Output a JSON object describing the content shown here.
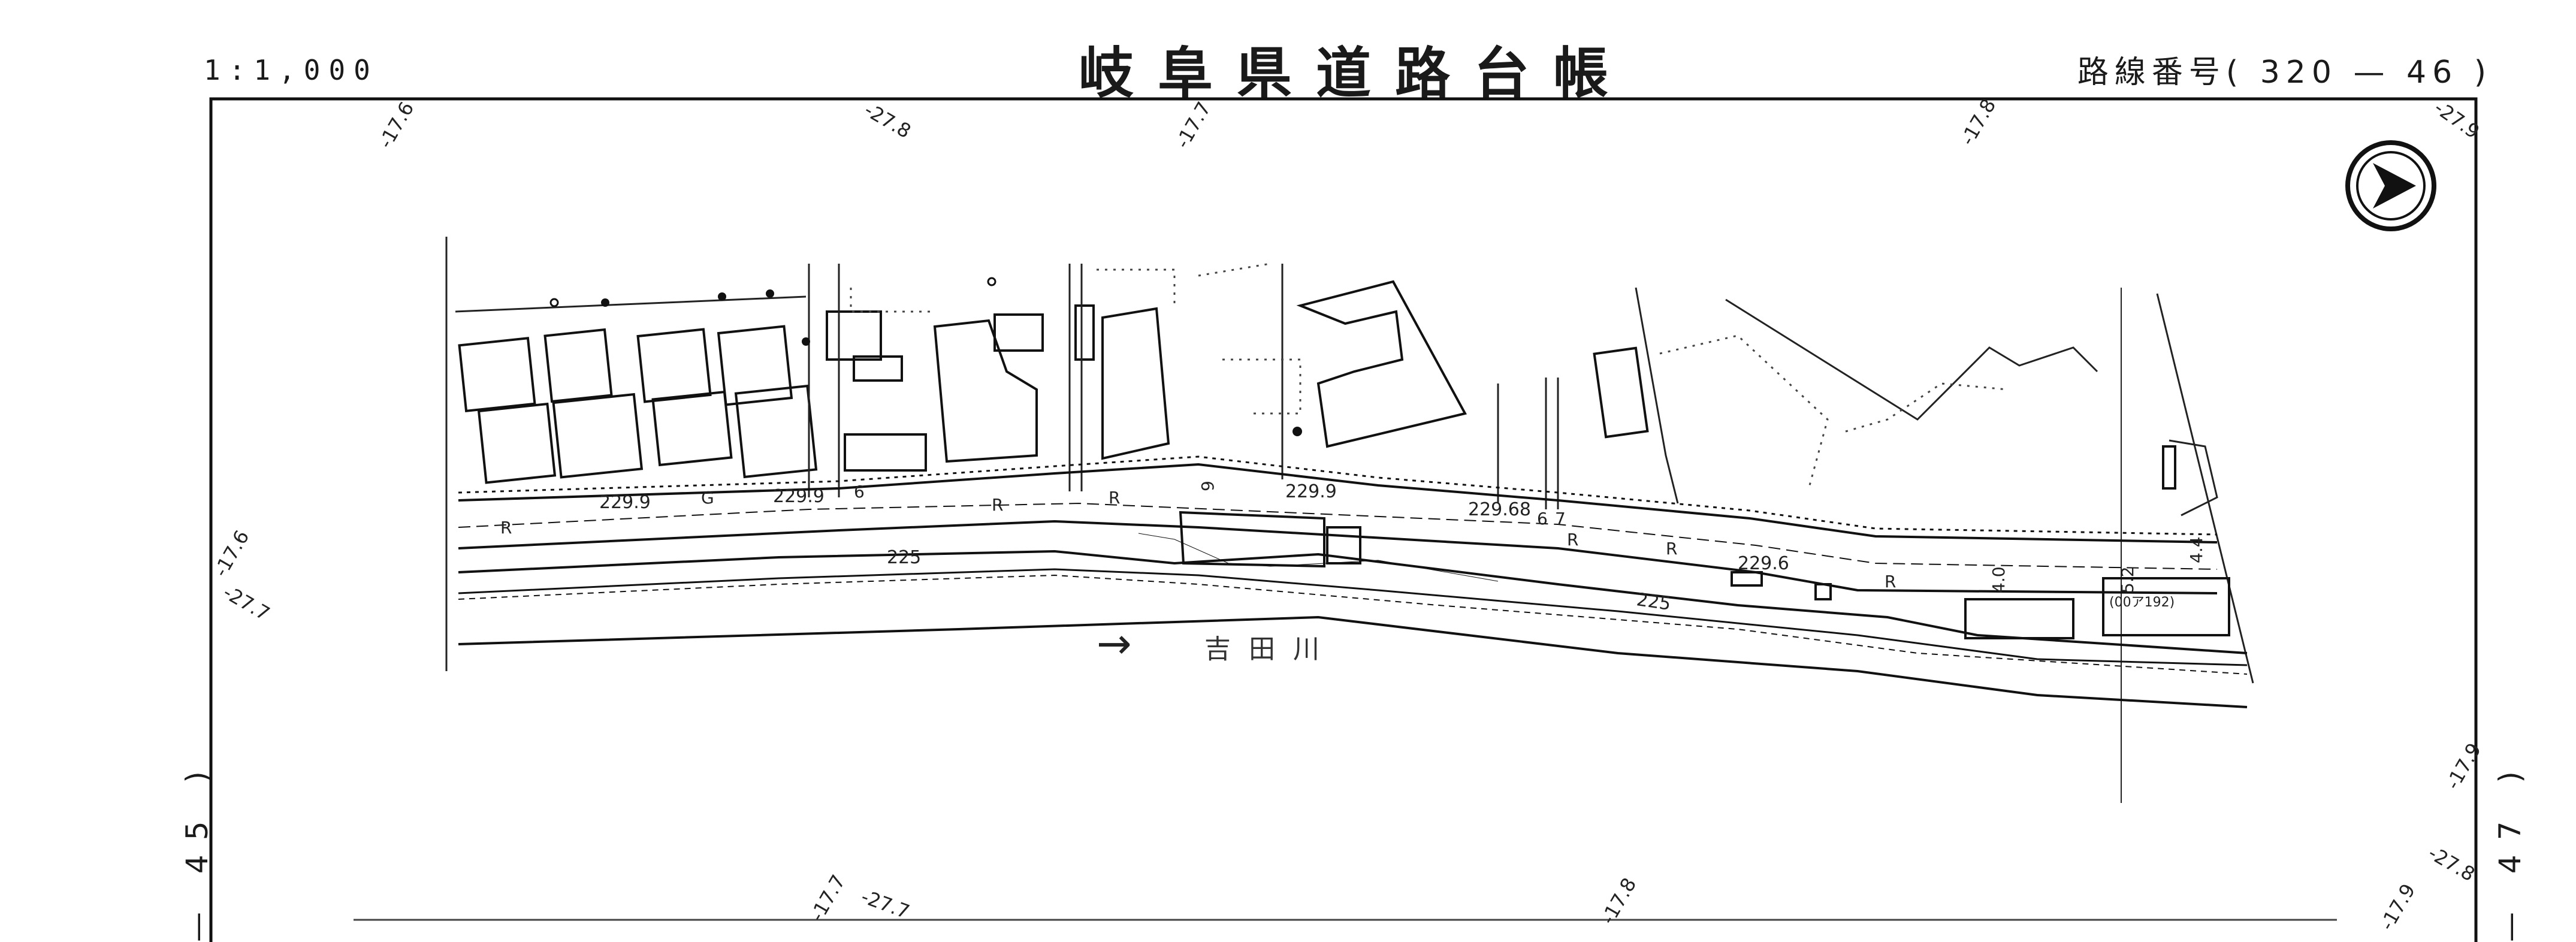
{
  "header": {
    "scale": "1:1,000",
    "title": "岐阜県道路台帳",
    "route_label": "路線番号",
    "route_number": "320 — 46"
  },
  "adjacent_sheets": {
    "left": "45",
    "right": "47"
  },
  "map": {
    "river_name": "吉田川",
    "flow_arrow": "→",
    "north_symbol": "north-arrow-icon",
    "grid_labels": [
      {
        "text": "-17.6"
      },
      {
        "text": "-27.8"
      },
      {
        "text": "-17.7"
      },
      {
        "text": "-17.8"
      },
      {
        "text": "-27.9"
      },
      {
        "text": "-17.6"
      },
      {
        "text": "-27.7"
      },
      {
        "text": "-17.9"
      },
      {
        "text": "-27.8"
      },
      {
        "text": "-17.7"
      },
      {
        "text": "-27.7"
      },
      {
        "text": "-17.8"
      },
      {
        "text": "-17.9"
      }
    ],
    "elevations": [
      "229.9",
      "229.9",
      "229.9",
      "229.68",
      "229.6",
      "225",
      "225"
    ],
    "road_marks": [
      "R",
      "R",
      "R",
      "R",
      "R",
      "R",
      "G",
      "6",
      "6",
      "7",
      "9",
      "4.0",
      "5.2",
      "4.4"
    ],
    "notes": [
      "(00ア192)"
    ]
  }
}
